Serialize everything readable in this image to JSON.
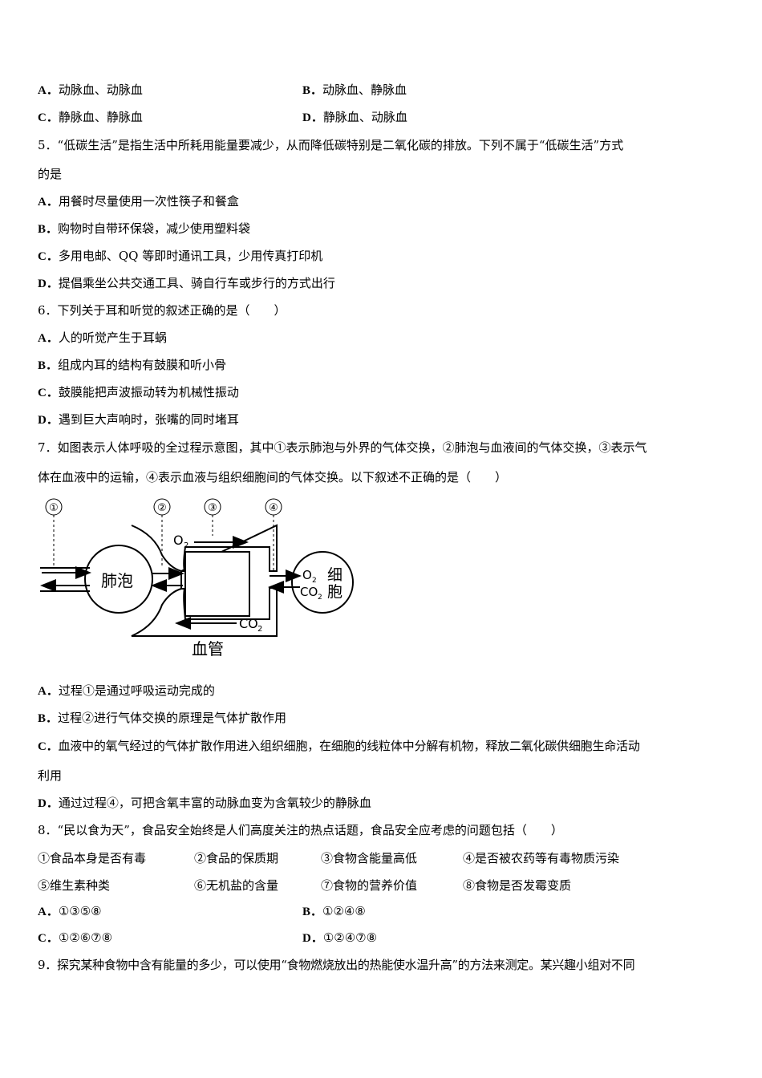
{
  "q4": {
    "options": [
      {
        "label": "A．",
        "text": "动脉血、动脉血"
      },
      {
        "label": "B．",
        "text": "动脉血、静脉血"
      },
      {
        "label": "C．",
        "text": "静脉血、静脉血"
      },
      {
        "label": "D．",
        "text": "静脉血、动脉血"
      }
    ]
  },
  "q5": {
    "stem_line1": "5．“低碳生活”是指生活中所耗用能量要减少，从而降低碳特别是二氧化碳的排放。下列不属于“低碳生活”方式",
    "stem_line2": "的是",
    "options": [
      {
        "label": "A．",
        "text": "用餐时尽量使用一次性筷子和餐盒"
      },
      {
        "label": "B．",
        "text": "购物时自带环保袋，减少使用塑料袋"
      },
      {
        "label": "C．",
        "text": "多用电邮、QQ 等即时通讯工具，少用传真打印机"
      },
      {
        "label": "D．",
        "text": "提倡乘坐公共交通工具、骑自行车或步行的方式出行"
      }
    ]
  },
  "q6": {
    "stem": "6．下列关于耳和听觉的叙述正确的是（　　）",
    "options": [
      {
        "label": "A．",
        "text": "人的听觉产生于耳蜗"
      },
      {
        "label": "B．",
        "text": "组成内耳的结构有鼓膜和听小骨"
      },
      {
        "label": "C．",
        "text": "鼓膜能把声波振动转为机械性振动"
      },
      {
        "label": "D．",
        "text": "遇到巨大声响时，张嘴的同时堵耳"
      }
    ]
  },
  "q7": {
    "stem_line1": "7．如图表示人体呼吸的全过程示意图，其中①表示肺泡与外界的气体交换，②肺泡与血液间的气体交换，③表示气",
    "stem_line2": "体在血液中的运输，④表示血液与组织细胞间的气体交换。以下叙述不正确的是（　　）",
    "diagram": {
      "n1": "①",
      "n2": "②",
      "n3": "③",
      "n4": "④",
      "lung": "肺泡",
      "o2_top": "O",
      "o2_sub": "2",
      "cell_o2": "O",
      "cell_o2_sub": "2",
      "cell_co2": "CO",
      "cell_co2_sub": "2",
      "cell_char1": "细",
      "cell_char2": "胞",
      "co2_bottom": "CO",
      "co2_bottom_sub": "2",
      "vessel": "血管"
    },
    "options": [
      {
        "label": "A．",
        "text": "过程①是通过呼吸运动完成的"
      },
      {
        "label": "B．",
        "text": "过程②进行气体交换的原理是气体扩散作用"
      },
      {
        "label": "C．",
        "text": "血液中的氧气经过的气体扩散作用进入组织细胞，在细胞的线粒体中分解有机物，释放二氧化碳供细胞生命活动"
      },
      {
        "label": "",
        "text": "利用"
      },
      {
        "label": "D．",
        "text": "通过过程④，可把含氧丰富的动脉血变为含氧较少的静脉血"
      }
    ]
  },
  "q8": {
    "stem": "8．“民以食为天”，食品安全始终是人们高度关注的热点话题，食品安全应考虑的问题包括（　　）",
    "items": [
      "①食品本身是否有毒",
      "②食品的保质期",
      "③食物含能量高低",
      "④是否被农药等有毒物质污染",
      "⑤维生素种类",
      "⑥无机盐的含量",
      "⑦食物的营养价值",
      "⑧食物是否发霉变质"
    ],
    "options": [
      {
        "label": "A．",
        "text": "①③⑤⑧"
      },
      {
        "label": "B．",
        "text": "①②④⑧"
      },
      {
        "label": "C．",
        "text": "①②⑥⑦⑧"
      },
      {
        "label": "D．",
        "text": "①②④⑦⑧"
      }
    ]
  },
  "q9": {
    "stem_line1": "9．探究某种食物中含有能量的多少，可以使用“食物燃烧放出的热能使水温升高”的方法来测定。某兴趣小组对不同"
  }
}
